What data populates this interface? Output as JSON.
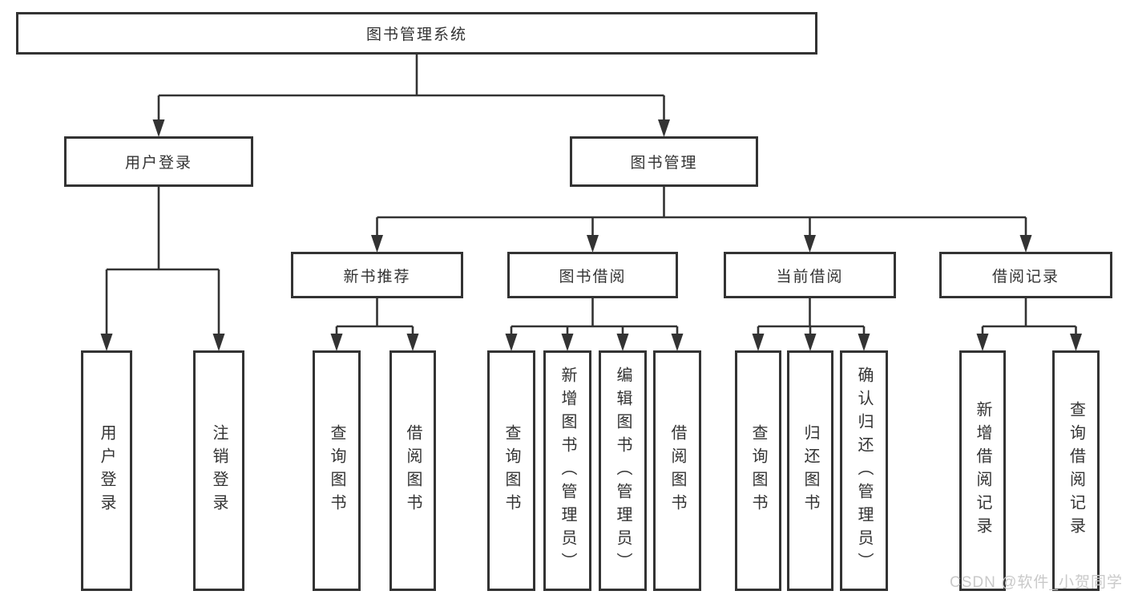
{
  "nodes": {
    "root": "图书管理系统",
    "level2": [
      "用户登录",
      "图书管理"
    ],
    "level3": [
      "新书推荐",
      "图书借阅",
      "当前借阅",
      "借阅记录"
    ],
    "leaves": {
      "login": [
        "用户登录",
        "注销登录"
      ],
      "newBooks": [
        "查询图书",
        "借阅图书"
      ],
      "bookBorrow": [
        "查询图书",
        "新增图书（管理员）",
        "编辑图书（管理员）",
        "借阅图书"
      ],
      "currentBorrow": [
        "查询图书",
        "归还图书",
        "确认归还（管理员）"
      ],
      "records": [
        "新增借阅记录",
        "查询借阅记录"
      ]
    }
  },
  "watermark": "CSDN @软件_小贺同学",
  "colors": {
    "line": "#333333",
    "border": "#333333",
    "text": "#333333",
    "background": "#ffffff",
    "watermark": "#c9c9c9"
  }
}
